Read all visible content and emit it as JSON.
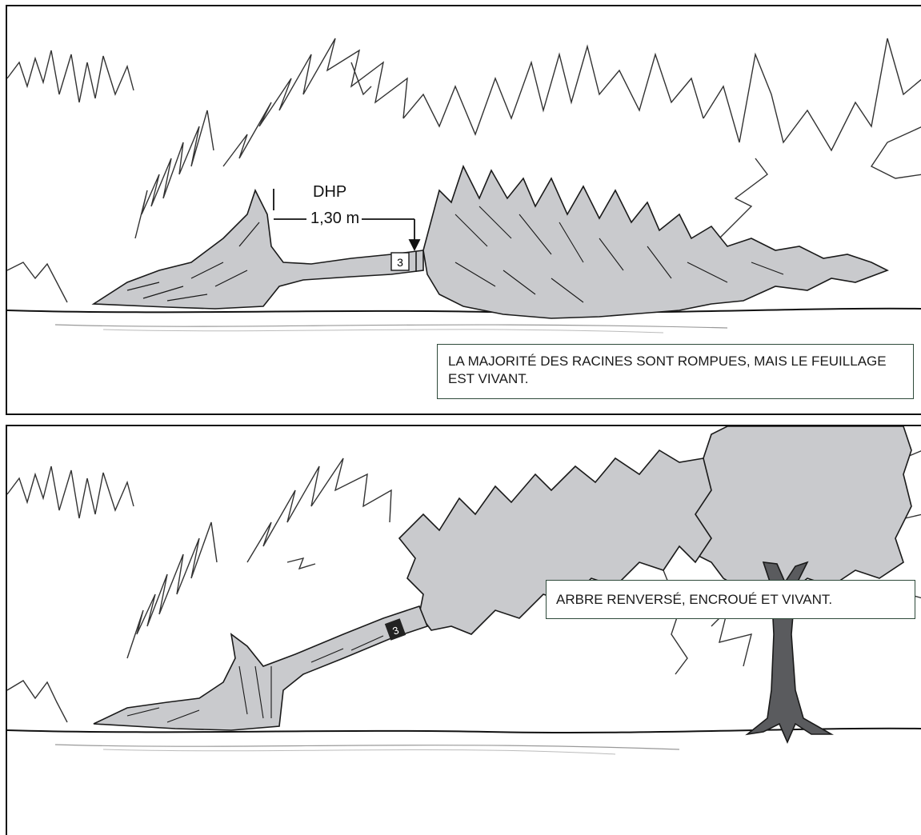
{
  "panel1": {
    "caption": "LA MAJORITÉ DES RACINES SONT ROMPUES, MAIS LE FEUILLAGE EST VIVANT.",
    "dhp_label": "DHP",
    "dhp_measure": "1,30 m",
    "tree_tag": "3"
  },
  "panel2": {
    "caption": "ARBRE RENVERSÉ, ENCROUÉ ET VIVANT.",
    "tree_tag": "3"
  },
  "colors": {
    "fallen_tree_fill": "#c9cacd",
    "standing_tree_trunk": "#5a5b5e",
    "outline": "#1a1a1a",
    "caption_border": "#2e4a3a"
  }
}
